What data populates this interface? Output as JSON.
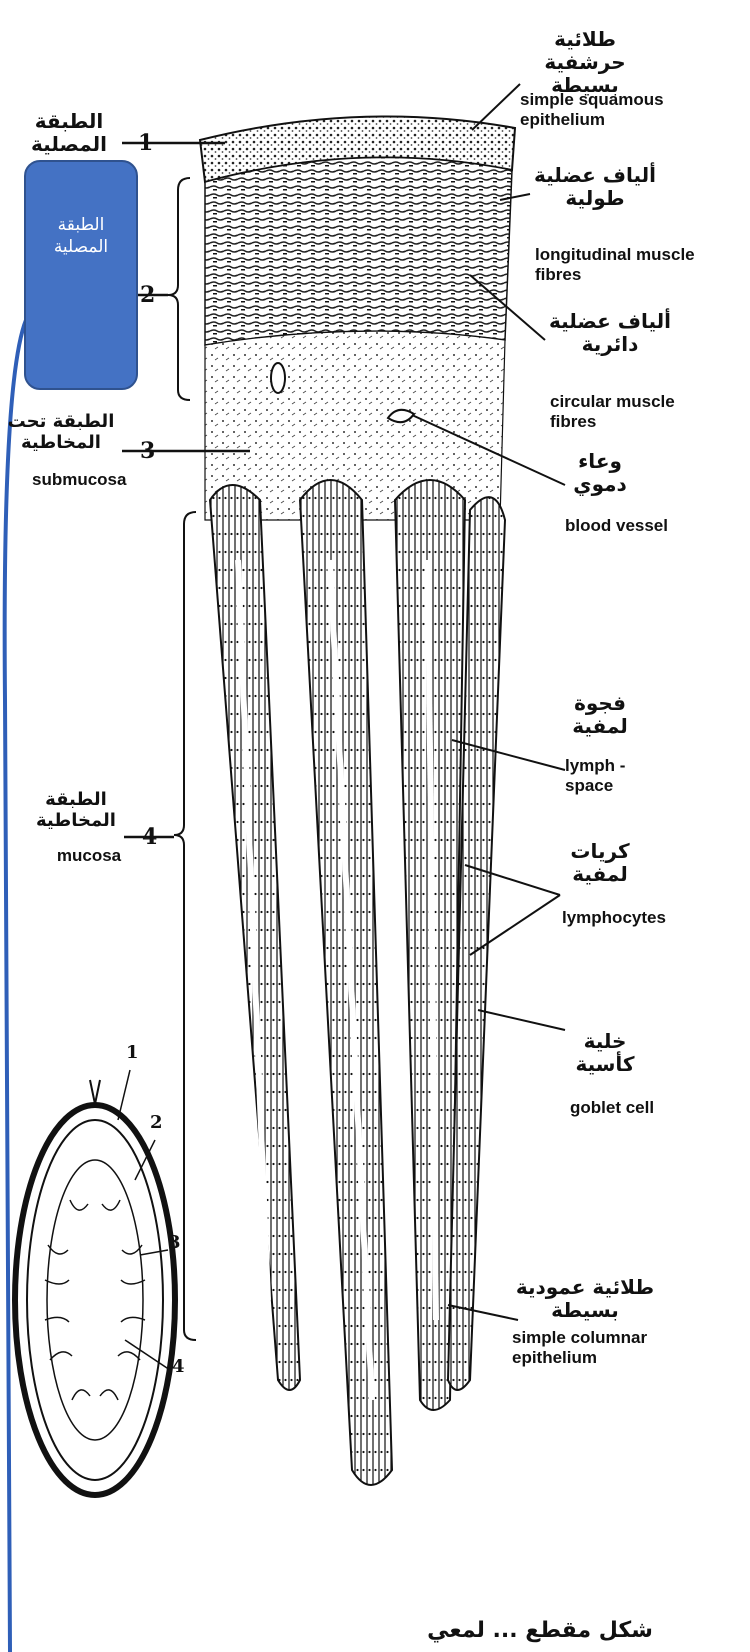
{
  "figure": {
    "callout": {
      "text": "الطبقة\nالمصلية",
      "fill": "#4472c4",
      "border": "#2f528f"
    },
    "layers": [
      {
        "number": "1",
        "arabic": "الطبقة المصلية",
        "english": ""
      },
      {
        "number": "2",
        "arabic": "",
        "english": ""
      },
      {
        "number": "3",
        "arabic": "الطبقة تحت المخاطية",
        "english": "submucosa"
      },
      {
        "number": "4",
        "arabic": "الطبقة المخاطية",
        "english": "mucosa"
      }
    ],
    "labels": [
      {
        "arabic": "طلائية حرشفية بسيطة",
        "english": "simple squamous epithelium"
      },
      {
        "arabic": "ألياف عضلية طولية",
        "english": "longitudinal muscle fibres"
      },
      {
        "arabic": "ألياف عضلية دائرية",
        "english": "circular muscle fibres"
      },
      {
        "arabic": "وعاء دموي",
        "english": "blood vessel"
      },
      {
        "arabic": "فجوة لمفية",
        "english": "lymph - space"
      },
      {
        "arabic": "كريات لمفية",
        "english": "lymphocytes"
      },
      {
        "arabic": "خلية كأسية",
        "english": "goblet cell"
      },
      {
        "arabic": "طلائية عمودية بسيطة",
        "english": "simple columnar epithelium"
      }
    ],
    "inset_numbers": [
      "1",
      "2",
      "3",
      "4"
    ],
    "bottom_caption": "شكل مقطع ... لمعي"
  }
}
